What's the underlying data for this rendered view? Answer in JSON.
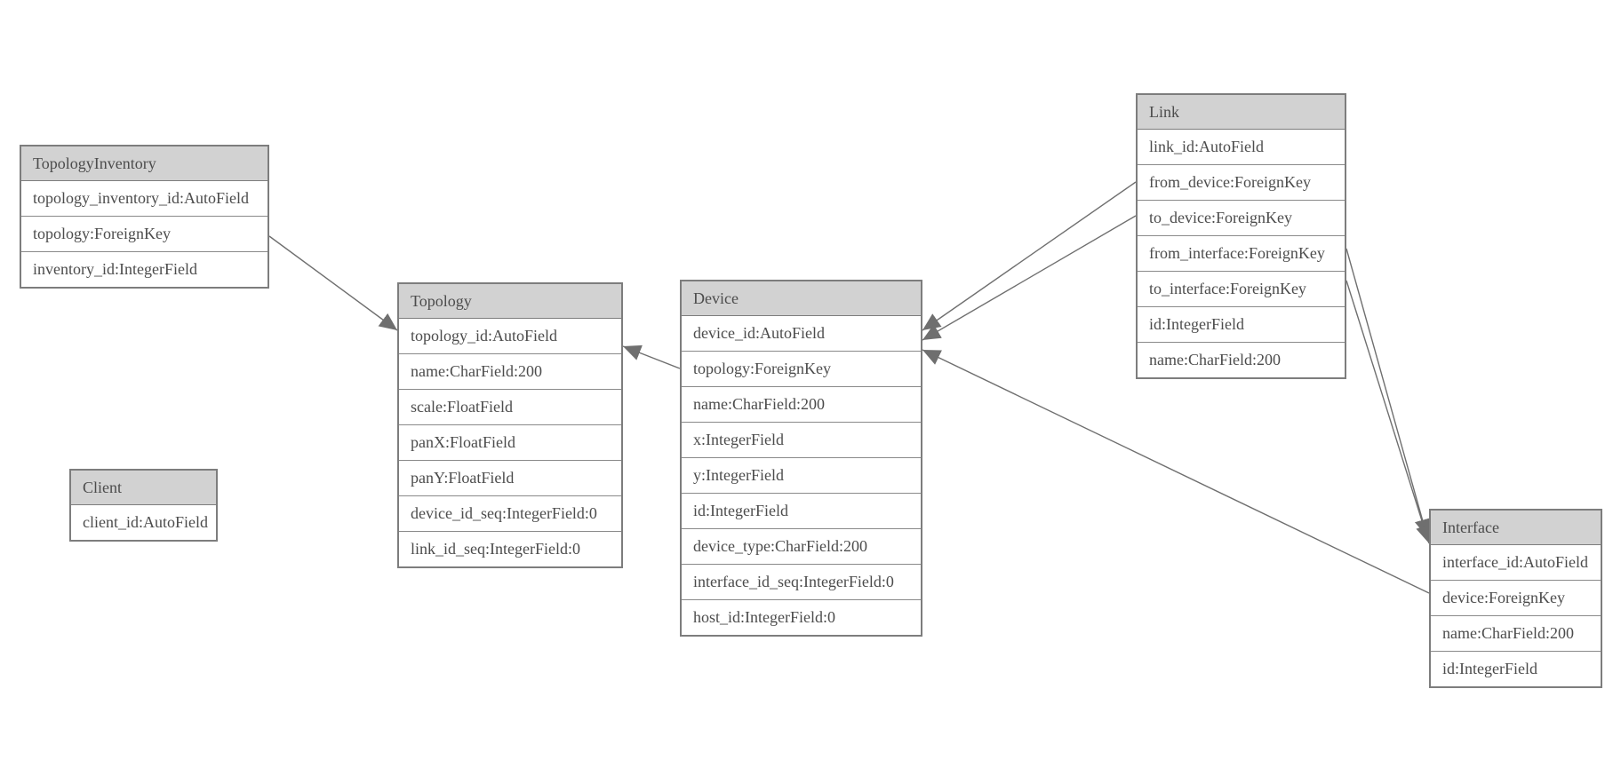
{
  "diagram_type": "entity-relationship-model",
  "colors": {
    "background": "#ffffff",
    "header_fill": "#d2d2d2",
    "row_fill": "#ffffff",
    "outer_border": "#7d7d7d",
    "row_divider": "#8a8a8a",
    "text": "#4c4c4c",
    "relationship_line": "#6f6f6f",
    "arrowhead_fill": "#6f6f6f"
  },
  "entities": [
    {
      "name": "TopologyInventory",
      "fields": [
        "topology_inventory_id:AutoField",
        "topology:ForeignKey",
        "inventory_id:IntegerField"
      ]
    },
    {
      "name": "Topology",
      "fields": [
        "topology_id:AutoField",
        "name:CharField:200",
        "scale:FloatField",
        "panX:FloatField",
        "panY:FloatField",
        "device_id_seq:IntegerField:0",
        "link_id_seq:IntegerField:0"
      ]
    },
    {
      "name": "Client",
      "fields": [
        "client_id:AutoField"
      ]
    },
    {
      "name": "Device",
      "fields": [
        "device_id:AutoField",
        "topology:ForeignKey",
        "name:CharField:200",
        "x:IntegerField",
        "y:IntegerField",
        "id:IntegerField",
        "device_type:CharField:200",
        "interface_id_seq:IntegerField:0",
        "host_id:IntegerField:0"
      ]
    },
    {
      "name": "Link",
      "fields": [
        "link_id:AutoField",
        "from_device:ForeignKey",
        "to_device:ForeignKey",
        "from_interface:ForeignKey",
        "to_interface:ForeignKey",
        "id:IntegerField",
        "name:CharField:200"
      ]
    },
    {
      "name": "Interface",
      "fields": [
        "interface_id:AutoField",
        "device:ForeignKey",
        "name:CharField:200",
        "id:IntegerField"
      ]
    }
  ],
  "relationships": [
    {
      "from": "TopologyInventory.topology",
      "to": "Topology.topology_id"
    },
    {
      "from": "Device.topology",
      "to": "Topology.topology_id"
    },
    {
      "from": "Link.from_device",
      "to": "Device.device_id"
    },
    {
      "from": "Link.to_device",
      "to": "Device.device_id"
    },
    {
      "from": "Link.from_interface",
      "to": "Interface.interface_id"
    },
    {
      "from": "Link.to_interface",
      "to": "Interface.interface_id"
    },
    {
      "from": "Interface.device",
      "to": "Device.device_id"
    }
  ]
}
